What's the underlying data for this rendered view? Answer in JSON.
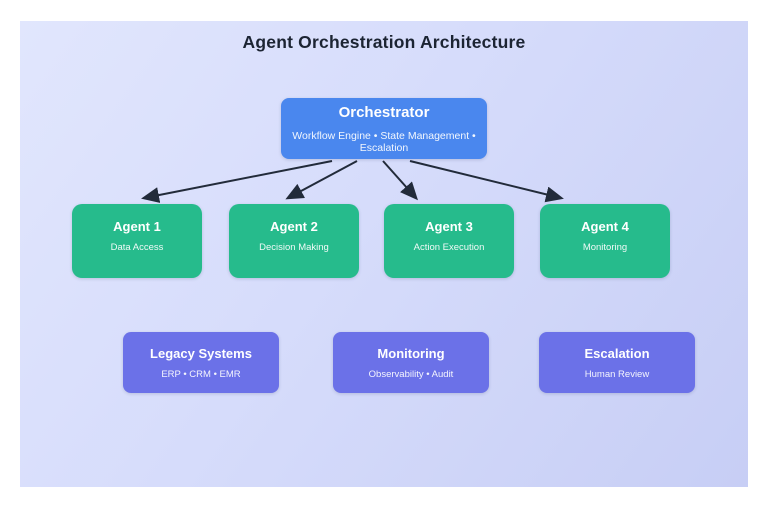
{
  "title": "Agent Orchestration Architecture",
  "orchestrator": {
    "title": "Orchestrator",
    "subtitle": "Workflow Engine • State Management • Escalation"
  },
  "agents": [
    {
      "title": "Agent 1",
      "subtitle": "Data Access"
    },
    {
      "title": "Agent 2",
      "subtitle": "Decision Making"
    },
    {
      "title": "Agent 3",
      "subtitle": "Action Execution"
    },
    {
      "title": "Agent 4",
      "subtitle": "Monitoring"
    }
  ],
  "systems": [
    {
      "title": "Legacy Systems",
      "subtitle": "ERP • CRM • EMR"
    },
    {
      "title": "Monitoring",
      "subtitle": "Observability • Audit"
    },
    {
      "title": "Escalation",
      "subtitle": "Human Review"
    }
  ],
  "colors": {
    "background_start": "#e1e6fd",
    "background_end": "#c7cef5",
    "orchestrator": "#4a87ee",
    "agent": "#26bb8c",
    "system": "#6b71e8",
    "arrow": "#222b3a",
    "title_text": "#1c2433"
  }
}
